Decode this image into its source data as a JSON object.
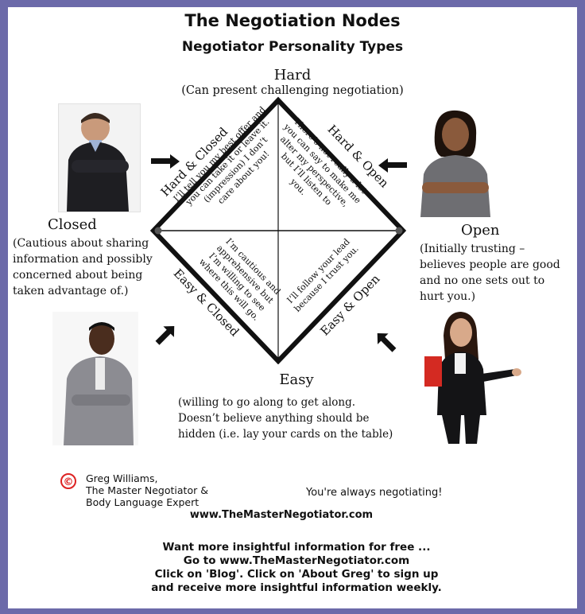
{
  "header": {
    "title": "The Negotiation Nodes",
    "subtitle": "Negotiator Personality Types"
  },
  "nodes": {
    "hard": {
      "label": "Hard",
      "desc": "(Can present challenging negotiation)"
    },
    "closed": {
      "label": "Closed",
      "desc": [
        "(Cautious about sharing",
        "information and possibly",
        "concerned about being",
        "taken advantage of.)"
      ]
    },
    "open": {
      "label": "Open",
      "desc": [
        "(Initially trusting –",
        "believes people are good",
        "and no one sets out to",
        "hurt you.)"
      ]
    },
    "easy": {
      "label": "Easy",
      "desc": [
        "(willing to go along to get along.",
        "Doesn’t believe anything should be",
        "hidden (i.e. lay your cards on the table)"
      ]
    }
  },
  "quadrants": {
    "hard_closed": {
      "label": "Hard & Closed",
      "quote": [
        "I’ll tell you my best offer and",
        "you can take it or leave it.",
        "(impression) I don’t",
        "care about you!"
      ]
    },
    "hard_open": {
      "label": "Hard & Open",
      "quote": [
        "There’s not really a lot",
        "you can say to make me",
        "alter my perspective,",
        "but I’ll listen to",
        "you."
      ]
    },
    "easy_closed": {
      "label": "Easy & Closed",
      "quote": [
        "I’m cautious and",
        "apprehensive but",
        "I’m willing to see",
        "where this will go."
      ]
    },
    "easy_open": {
      "label": "Easy & Open",
      "quote": [
        "I’ll follow your lead",
        "because I trust you."
      ]
    }
  },
  "footer": {
    "copyright_symbol": "©",
    "author": [
      "Greg Williams,",
      "The Master Negotiator &",
      "Body Language Expert"
    ],
    "tagline": "You're always negotiating!",
    "website": "www.TheMasterNegotiator.com",
    "cta": [
      "Want more insightful information for free ...",
      "Go to www.TheMasterNegotiator.com",
      "Click on 'Blog'. Click on 'About Greg' to sign up",
      "and receive more insightful information weekly."
    ]
  },
  "colors": {
    "border": "#6c6aa9",
    "copyright": "#dd2222",
    "diamond": "#111111"
  }
}
